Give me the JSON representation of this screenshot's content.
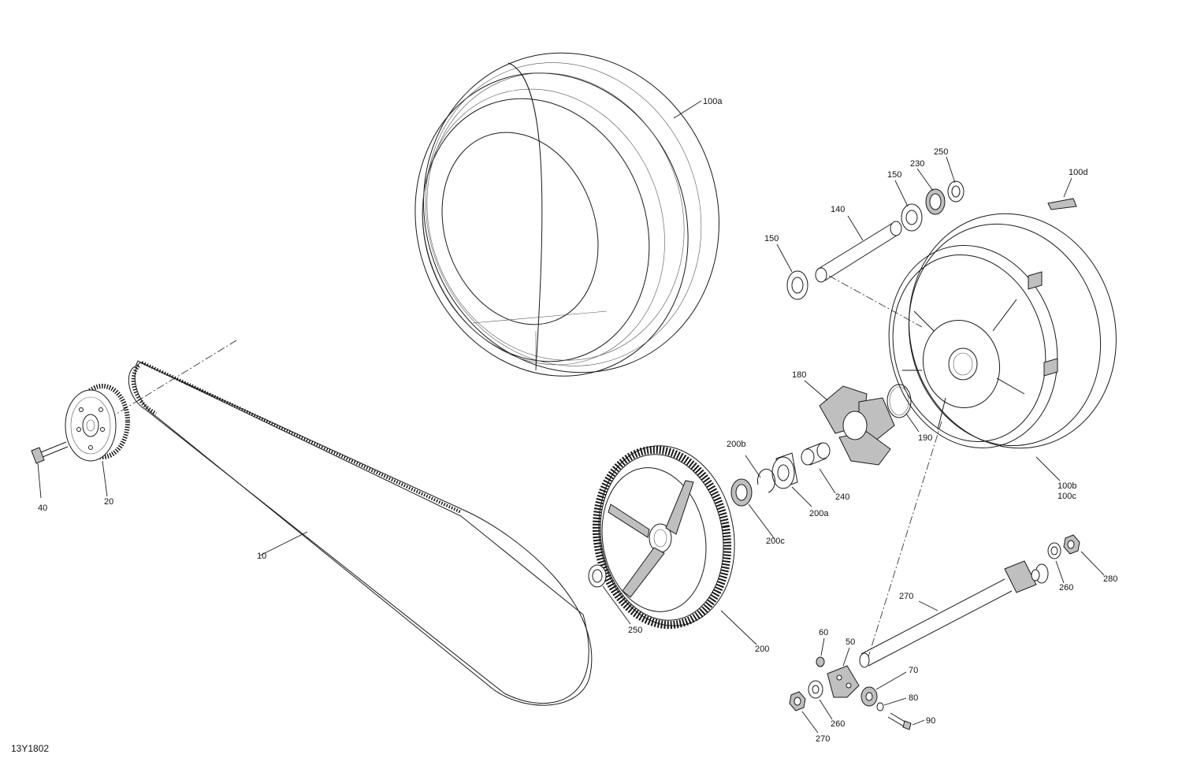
{
  "diagram_id": "13Y1802",
  "callouts": {
    "tire": "100a",
    "tire_valve": "100d",
    "rim": [
      "100b",
      "100c"
    ],
    "belt": "10",
    "drive_pulley": "20",
    "pulley_bolt": "40",
    "spacer_tube": "140",
    "bearing_left": "150",
    "bearing_right": "150",
    "seal": "230",
    "spacer_top": "250",
    "damper": "180",
    "o_ring": "190",
    "sleeve": "240",
    "spacer_200a": "200a",
    "circlip": "200b",
    "seal_200c": "200c",
    "sprocket": "200",
    "spacer_bottom": "250",
    "axle": "270",
    "nut_right": "280",
    "washer_right": "260",
    "nut_small": "60",
    "adjuster": "50",
    "washer_70": "70",
    "washer_80": "80",
    "bolt_90": "90",
    "washer_left": "260",
    "nut_left": "270"
  }
}
